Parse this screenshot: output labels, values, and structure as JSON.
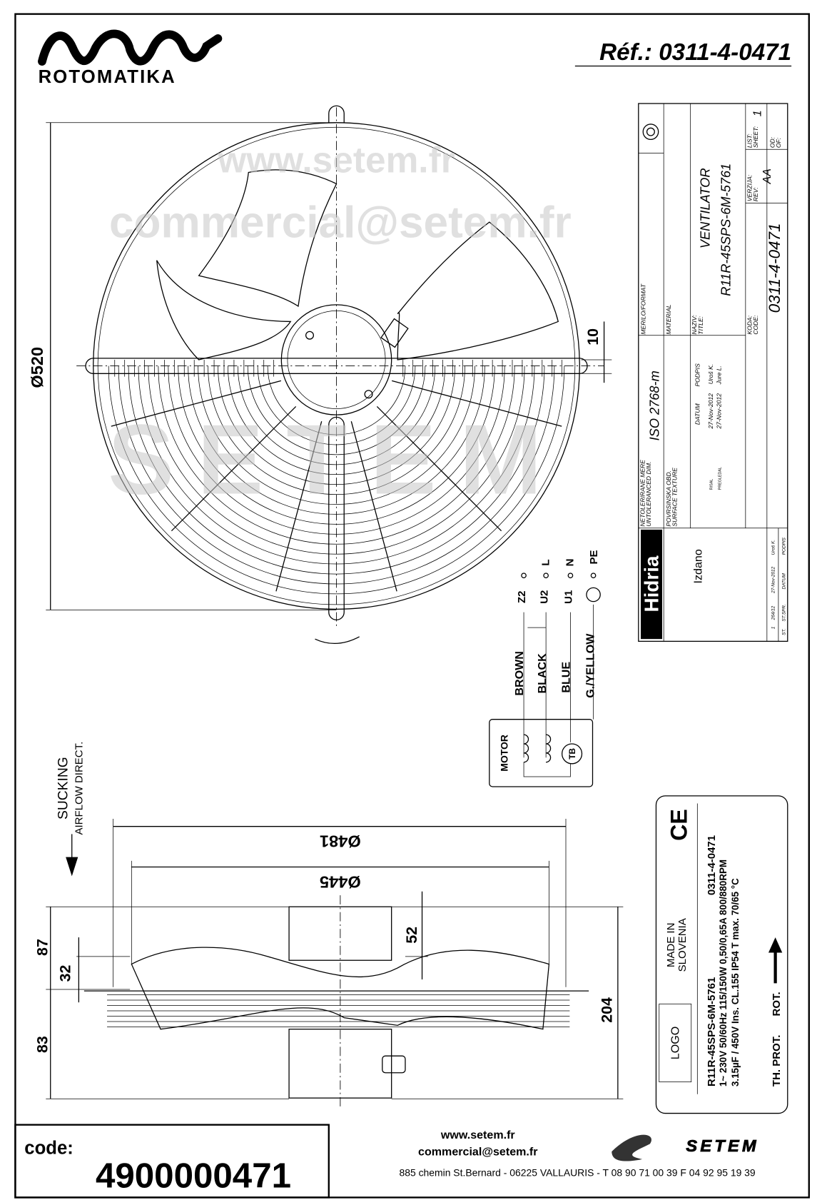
{
  "header": {
    "brand": "ROTOMATIKA",
    "reference": "Réf.: 0311-4-0471"
  },
  "front_view": {
    "diameter": "Ø520",
    "offset": "10"
  },
  "wiring": {
    "wires": [
      "BROWN",
      "BLACK",
      "BLUE",
      "G./YELLOW"
    ],
    "terminals": [
      "Z2",
      "U2",
      "U1"
    ],
    "lines": [
      "L",
      "N",
      "PE"
    ],
    "motor_label": "MOTOR",
    "thermal_label": "TB"
  },
  "title_block": {
    "scale_label": "MERILO/FORMAT",
    "untoleranced_label_1": "NETOLERIRANE MERE",
    "untoleranced_label_2": "UNTOLERANCED DIM.",
    "tolerance": "ISO 2768-m",
    "material_label": "MATERIAL",
    "surface_label_1": "POVRSINSKA OBD.",
    "surface_label_2": "SURFACE TEXTURE",
    "title_label_1": "NAZIV:",
    "title_label_2": "TITLE:",
    "title": "VENTILATOR",
    "model": "R11R-45SPS-6M-5761",
    "date_header": "DATUM",
    "sign_header": "PODPIS",
    "row_labels": [
      "RISAL",
      "PREGLEDAL"
    ],
    "rows": [
      {
        "date": "27-Nov-2012",
        "sign": "Uroš K."
      },
      {
        "date": "27-Nov-2012",
        "sign": "Jure L."
      }
    ],
    "code_label_1": "KODA:",
    "code_label_2": "CODE:",
    "code": "0311-4-0471",
    "rev_label_1": "VERZIJA:",
    "rev_label_2": "REV:",
    "revision": "AA",
    "sheet_label_1": "LIST:",
    "sheet_label_2": "SHEET:",
    "sheet": "1",
    "of_label_1": "OD:",
    "of_label_2": "OF:",
    "company_logo": "Hidria",
    "issued": "Izdano",
    "revision_row": {
      "st": "1",
      "change": "264/12",
      "date": "27-Nov-2012",
      "sign": "Uroš K."
    },
    "revision_headers": [
      "ST.",
      "ST.SPR.",
      "DATUM",
      "PODPIS"
    ]
  },
  "airflow": {
    "line1": "SUCKING",
    "line2": "AIRFLOW DIRECT."
  },
  "side_view": {
    "outer_diameter": "Ø481",
    "inner_diameter": "Ø445",
    "dims": [
      "87",
      "32",
      "83",
      "52",
      "204"
    ]
  },
  "nameplate": {
    "ce": "CE",
    "made_in_1": "MADE IN",
    "made_in_2": "SLOVENIA",
    "logo": "LOGO",
    "model": "R11R-45SPS-6M-5761",
    "code": "0311-4-0471",
    "spec_1": "1~  230V 50/60Hz 115/150W 0,50/0,65A 800/880RPM",
    "spec_2": "3.15µF / 450V   Ins. CL.155   IP54   T max. 70/65 °C",
    "th_prot": "TH. PROT.",
    "rot": "ROT."
  },
  "watermark": {
    "big": "SETEM",
    "web": "www.setem.fr",
    "mail": "commercial@setem.fr"
  },
  "footer": {
    "code_label": "code:",
    "code": "4900000471",
    "website": "www.setem.fr",
    "email": "commercial@setem.fr",
    "address": "885 chemin St.Bernard  -  06225 VALLAURIS  -  T 08 90 71 00 39   F 04 92 95 19 39",
    "company": "SETEM"
  }
}
